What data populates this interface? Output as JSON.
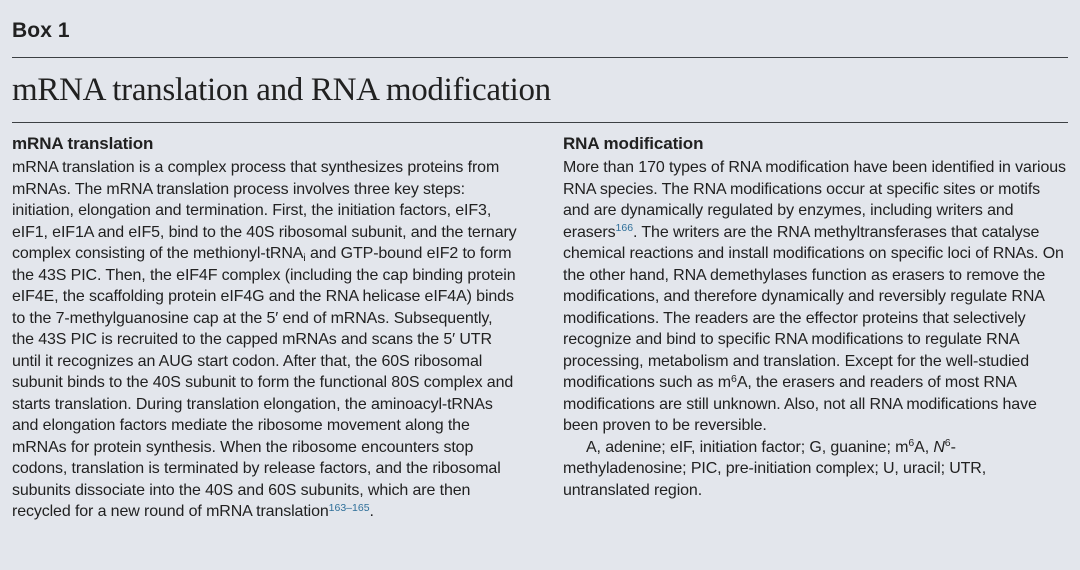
{
  "colors": {
    "background": "#e3e6ec",
    "text": "#212121",
    "citation": "#2e6f99",
    "rule": "#3c4043"
  },
  "box": {
    "label": "Box 1",
    "title": "mRNA translation and RNA modification"
  },
  "columns": {
    "left": {
      "heading": "mRNA translation",
      "paragraphs": [
        {
          "indent": false,
          "runs": [
            {
              "t": "mRNA translation is a complex process that synthesizes proteins from mRNAs. The mRNA translation process involves three key steps: initiation, elongation and termination. First, the initiation factors, eIF3, eIF1, eIF1A and eIF5, bind to the 40S ribosomal subunit, and the ternary complex consisting of the methionyl-tRNA"
            },
            {
              "t": "i",
              "sub": true
            },
            {
              "t": " and GTP-bound eIF2 to form the 43S PIC. Then, the eIF4F complex (including the cap binding protein eIF4E, the scaffolding protein eIF4G and the RNA helicase eIF4A) binds to the 7-methylguanosine cap at the 5′ end of mRNAs. Subsequently, the 43S PIC is recruited to the capped mRNAs and scans the 5′ UTR until it recognizes an AUG start codon. After that, the 60S ribosomal subunit binds to the 40S subunit to form the functional 80S complex and starts translation. During translation elongation, the aminoacyl-tRNAs and elongation factors mediate the ribosome movement along the mRNAs for protein synthesis. When the ribosome encounters stop codons, translation is terminated by release factors, and the ribosomal subunits dissociate into the 40S and 60S subunits, which are then recycled for a new round of mRNA translation"
            },
            {
              "t": "163–165",
              "sup": true,
              "cite": true
            },
            {
              "t": "."
            }
          ]
        }
      ]
    },
    "right": {
      "heading": "RNA modification",
      "paragraphs": [
        {
          "indent": false,
          "runs": [
            {
              "t": "More than 170 types of RNA modification have been identified in various RNA species. The RNA modifications occur at specific sites or motifs and are dynamically regulated by enzymes, including writers and erasers"
            },
            {
              "t": "166",
              "sup": true,
              "cite": true
            },
            {
              "t": ". The writers are the RNA methyltransferases that catalyse chemical reactions and install modifications on specific loci of RNAs. On the other hand, RNA demethylases function as erasers to remove the modifications, and therefore dynamically and reversibly regulate RNA modifications. The readers are the effector proteins that selectively recognize and bind to specific RNA modifications to regulate RNA processing, metabolism and translation. Except for the well-studied modifications such as m"
            },
            {
              "t": "6",
              "sup": true
            },
            {
              "t": "A, the erasers and readers of most RNA modifications are still unknown. Also, not all RNA modifications have been proven to be reversible."
            }
          ]
        },
        {
          "indent": true,
          "runs": [
            {
              "t": "A, adenine; eIF, initiation factor; G, guanine; m"
            },
            {
              "t": "6",
              "sup": true
            },
            {
              "t": "A, "
            },
            {
              "t": "N",
              "italic": true
            },
            {
              "t": "6",
              "sup": true
            },
            {
              "t": "-methyladenosine; PIC, pre-initiation complex; U, uracil; UTR, untranslated region."
            }
          ]
        }
      ]
    }
  }
}
